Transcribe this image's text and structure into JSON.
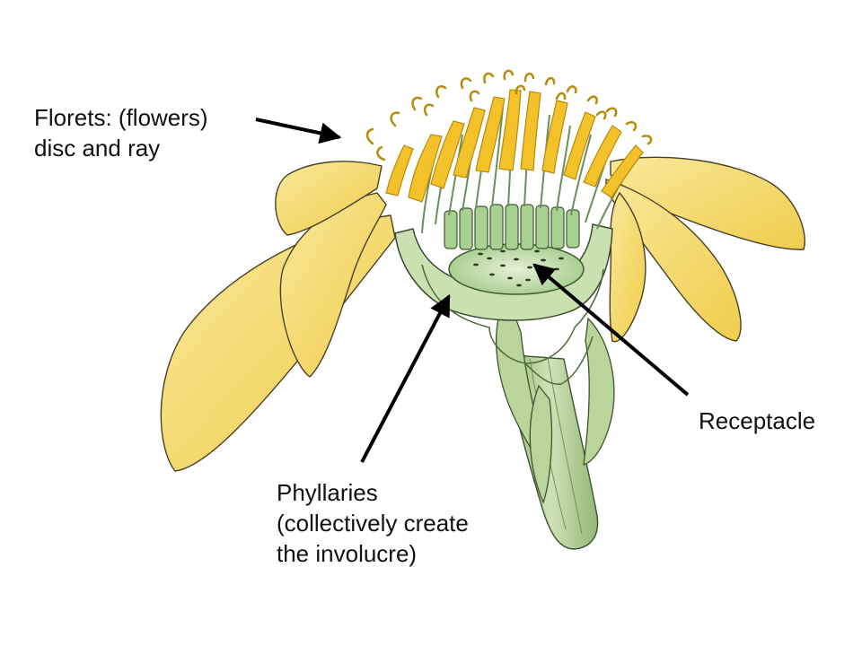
{
  "labels": {
    "florets": {
      "line1": "Florets: (flowers)",
      "line2": "disc and ray"
    },
    "receptacle": {
      "text": "Receptacle"
    },
    "phyllaries": {
      "line1": "Phyllaries",
      "line2": "(collectively create",
      "line3": "the involucre)"
    }
  },
  "colors": {
    "ray_petal": "#f7df7e",
    "ray_petal_shade": "#efc93f",
    "disc_yellow": "#f2bb18",
    "receptacle_green": "#bcd9a6",
    "stem_green": "#a9c98d",
    "outline": "#3a3a2a",
    "arrow": "#000000"
  }
}
